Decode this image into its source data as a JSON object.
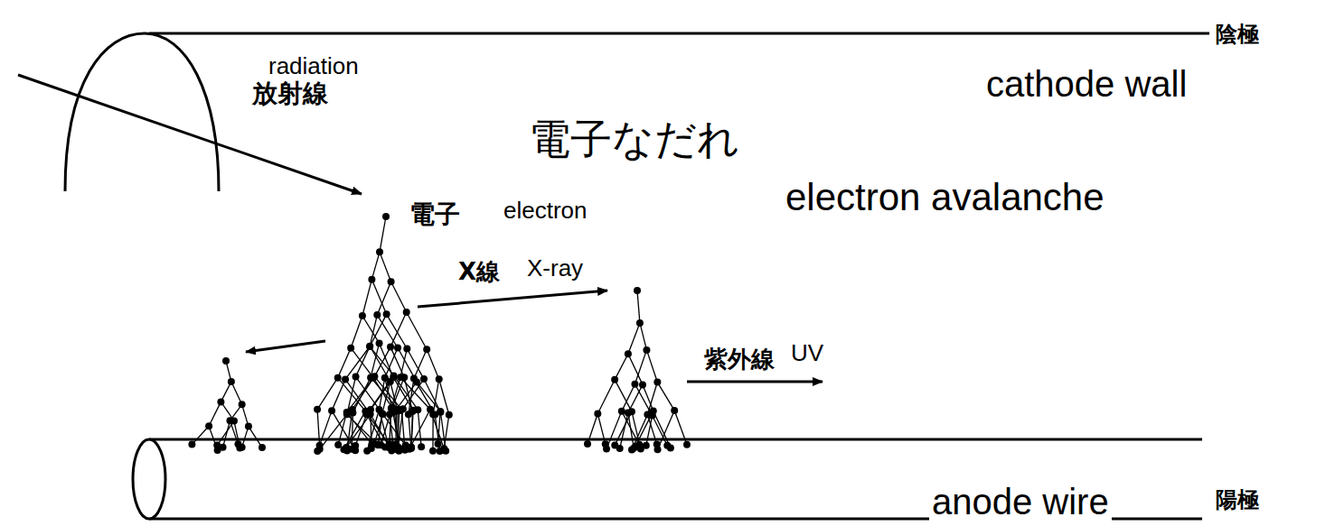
{
  "diagram": {
    "labels": [
      "陰極",
      "cathode wall",
      "radiation",
      "放射線",
      "電子なだれ",
      "electron avalanche",
      "電子",
      "electron",
      "X線",
      "X-ray",
      "紫外線",
      "UV",
      "anode wire",
      "陽極"
    ]
  }
}
